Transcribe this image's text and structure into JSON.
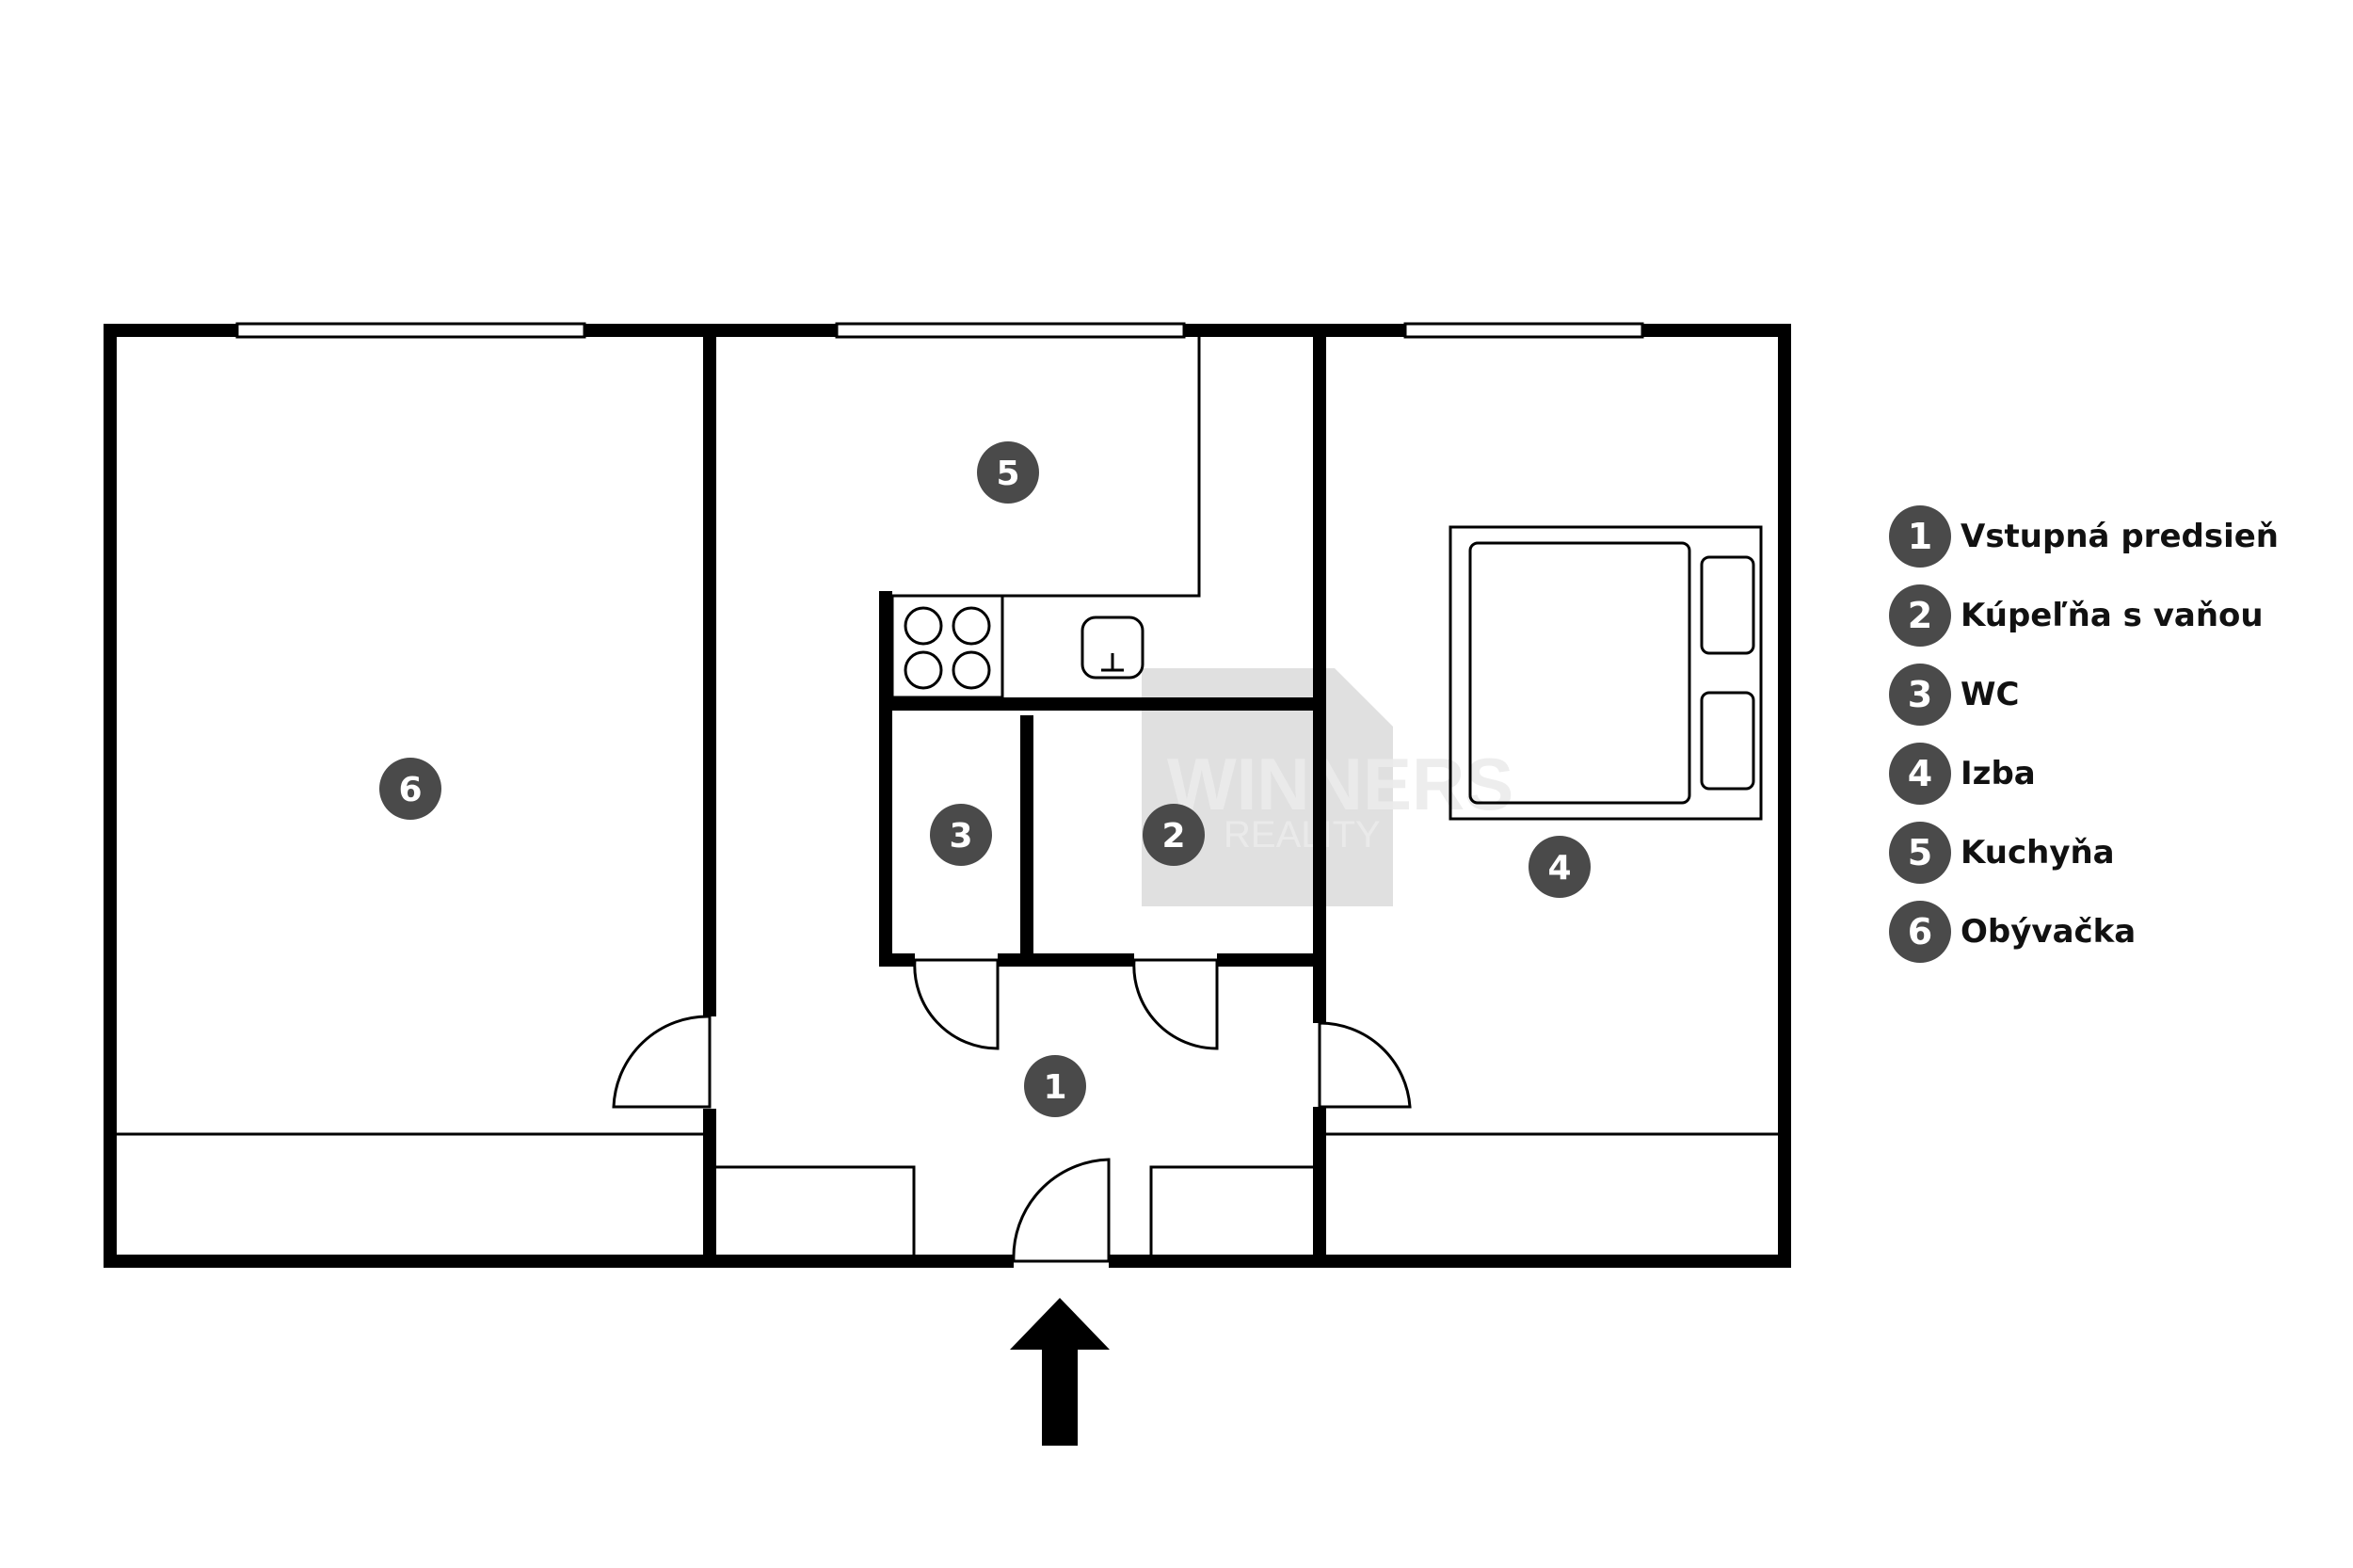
{
  "rooms": [
    {
      "number": "1",
      "name": "Vstupná predsieň"
    },
    {
      "number": "2",
      "name": "Kúpeľňa s vaňou"
    },
    {
      "number": "3",
      "name": "WC"
    },
    {
      "number": "4",
      "name": "Izba"
    },
    {
      "number": "5",
      "name": "Kuchyňa"
    },
    {
      "number": "6",
      "name": "Obývačka"
    }
  ],
  "watermark": {
    "line1": "WINNERS",
    "line2": "REALITY"
  },
  "colors": {
    "wall": "#000000",
    "badge": "#4a4a4a",
    "badge_text": "#ffffff",
    "watermark": "#cfcfcf"
  },
  "icons": [
    "stove-icon",
    "sink-icon",
    "bed-icon",
    "entrance-arrow-icon"
  ]
}
